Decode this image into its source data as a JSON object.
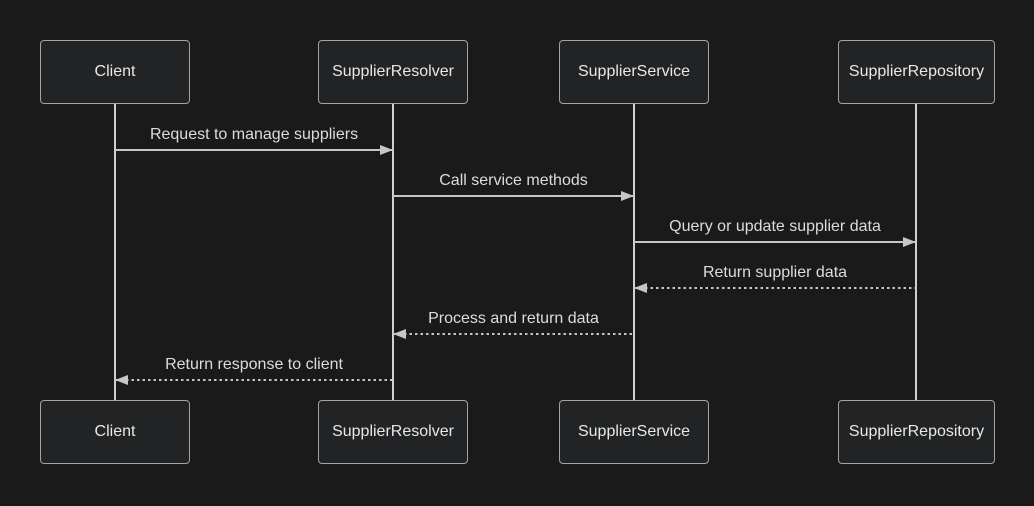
{
  "diagram": {
    "type": "sequence",
    "colors": {
      "background": "#1a1a1a",
      "actor_fill": "#222324",
      "actor_border": "#a3a3a3",
      "text": "#e8e8e8",
      "signal_line": "#c6c6c6",
      "lifeline": "#d0d0d0"
    },
    "actors": [
      {
        "id": "client",
        "label": "Client"
      },
      {
        "id": "supplier-resolver",
        "label": "SupplierResolver"
      },
      {
        "id": "supplier-service",
        "label": "SupplierService"
      },
      {
        "id": "supplier-repository",
        "label": "SupplierRepository"
      }
    ],
    "messages": [
      {
        "from": "Client",
        "to": "SupplierResolver",
        "label": "Request to manage suppliers",
        "line": "solid",
        "direction": "right"
      },
      {
        "from": "SupplierResolver",
        "to": "SupplierService",
        "label": "Call service methods",
        "line": "solid",
        "direction": "right"
      },
      {
        "from": "SupplierService",
        "to": "SupplierRepository",
        "label": "Query or update supplier data",
        "line": "solid",
        "direction": "right"
      },
      {
        "from": "SupplierRepository",
        "to": "SupplierService",
        "label": "Return supplier data",
        "line": "dotted",
        "direction": "left"
      },
      {
        "from": "SupplierService",
        "to": "SupplierResolver",
        "label": "Process and return data",
        "line": "dotted",
        "direction": "left"
      },
      {
        "from": "SupplierResolver",
        "to": "Client",
        "label": "Return response to client",
        "line": "dotted",
        "direction": "left"
      }
    ]
  }
}
